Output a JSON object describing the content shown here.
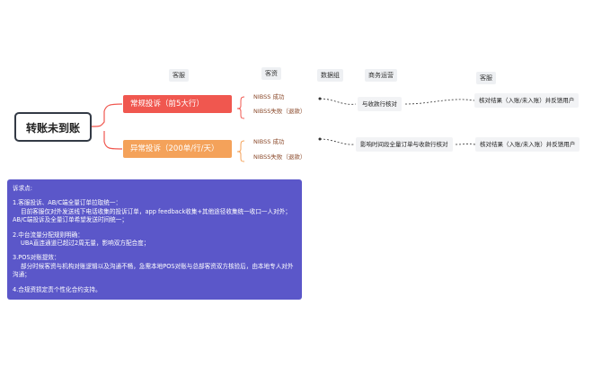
{
  "headers": {
    "kefu": "客服",
    "keyuan": "客资",
    "shujuzu": "数据组",
    "shangwu": "商务运营",
    "kefu2": "客服"
  },
  "root": "转账未到账",
  "categories": [
    {
      "label": "常规投诉（前5大行）",
      "items": [
        "NIBSS 成功",
        "NIBSS失败（退款）"
      ],
      "process": "与收款行核对",
      "result": "核对结果（入账/未入账）并反馈用户"
    },
    {
      "label": "异常投诉（200单/行/天）",
      "items": [
        "NIBSS 成功",
        "NIBSS失败（退款）"
      ],
      "process": "影响时间段全量订单与收款行核对",
      "result": "核对结果（入账/未入账）并反馈用户"
    }
  ],
  "notes": {
    "title": "诉求点:",
    "p1_title": "1.客服投诉、AB/C端全量订单拉取统一：",
    "p1_body": "目前客服仅对外发送线下电话收集的投诉订单，app feedback收集+其他途径收集统一收口一人对外；AB/C端投诉及全量订单希望发送时间统一；",
    "p2_title": "2.中台流量分配规则明确：",
    "p2_body": "UBA直连通道已超过2周无量，影响双方配合度；",
    "p3_title": "3.POS对账提效：",
    "p3_body": "部分时候客资与机构对账逻辑以及沟通不畅，急需本地POS对账与总部客资双方核验后，由本地专人对外沟通；",
    "p4": "4.合规资损定责个性化合约支持。"
  },
  "colors": {
    "regular": "#f0574f",
    "abnormal": "#f4a25a",
    "note_bg": "#5b57c9"
  }
}
